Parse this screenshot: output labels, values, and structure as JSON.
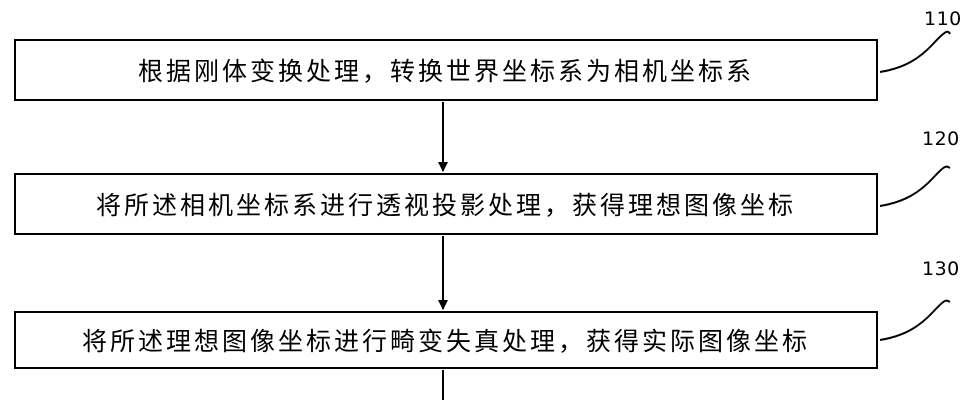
{
  "steps": [
    {
      "ref": "110",
      "text": "根据刚体变换处理，转换世界坐标系为相机坐标系"
    },
    {
      "ref": "120",
      "text": "将所述相机坐标系进行透视投影处理，获得理想图像坐标"
    },
    {
      "ref": "130",
      "text": "将所述理想图像坐标进行畸变失真处理，获得实际图像坐标"
    }
  ]
}
